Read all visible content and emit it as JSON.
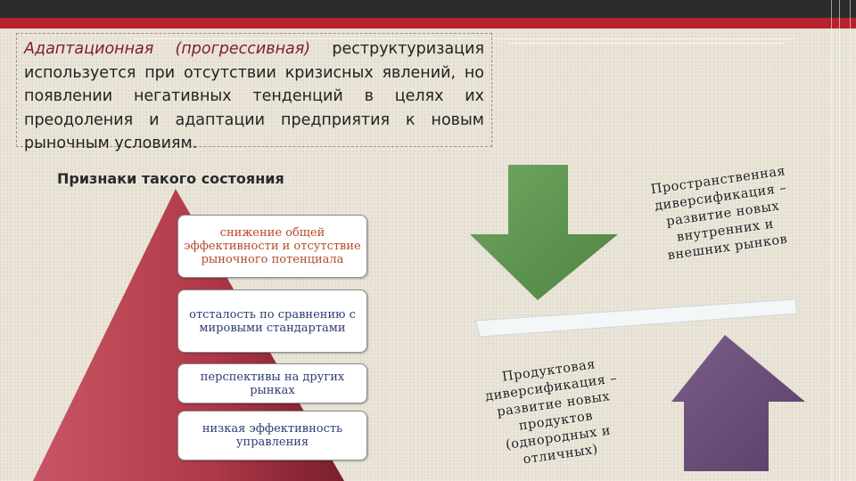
{
  "intro": {
    "term": "Адаптационная    (прогрессивная)",
    "text": " реструктуризация используется при отсутствии кризисных явлений, но появлении негативных тенденций в целях их преодоления и адаптации предприятия к новым рыночным условиям."
  },
  "subtitle": "Признаки такого состояния",
  "signs": [
    "снижение общей эффективности и отсутствие рыночного потенциала",
    "отсталость по сравнению с мировыми стандартами",
    "перспективы на других рынках",
    "низкая эффективность управления"
  ],
  "diversification": {
    "spatial": "Пространственная диверсификация – развитие новых внутренних и внешних рынков",
    "product": "Продуктовая диверсификация – развитие новых продуктов (однородных и отличных)"
  },
  "colors": {
    "top_bar": "#2b2b2b",
    "accent_bar": "#b72230",
    "pyramid": "#b03a4a",
    "arrow_down": "#5f9650",
    "arrow_up": "#6b4f7a",
    "balance_bar": "#f3f7f8"
  }
}
